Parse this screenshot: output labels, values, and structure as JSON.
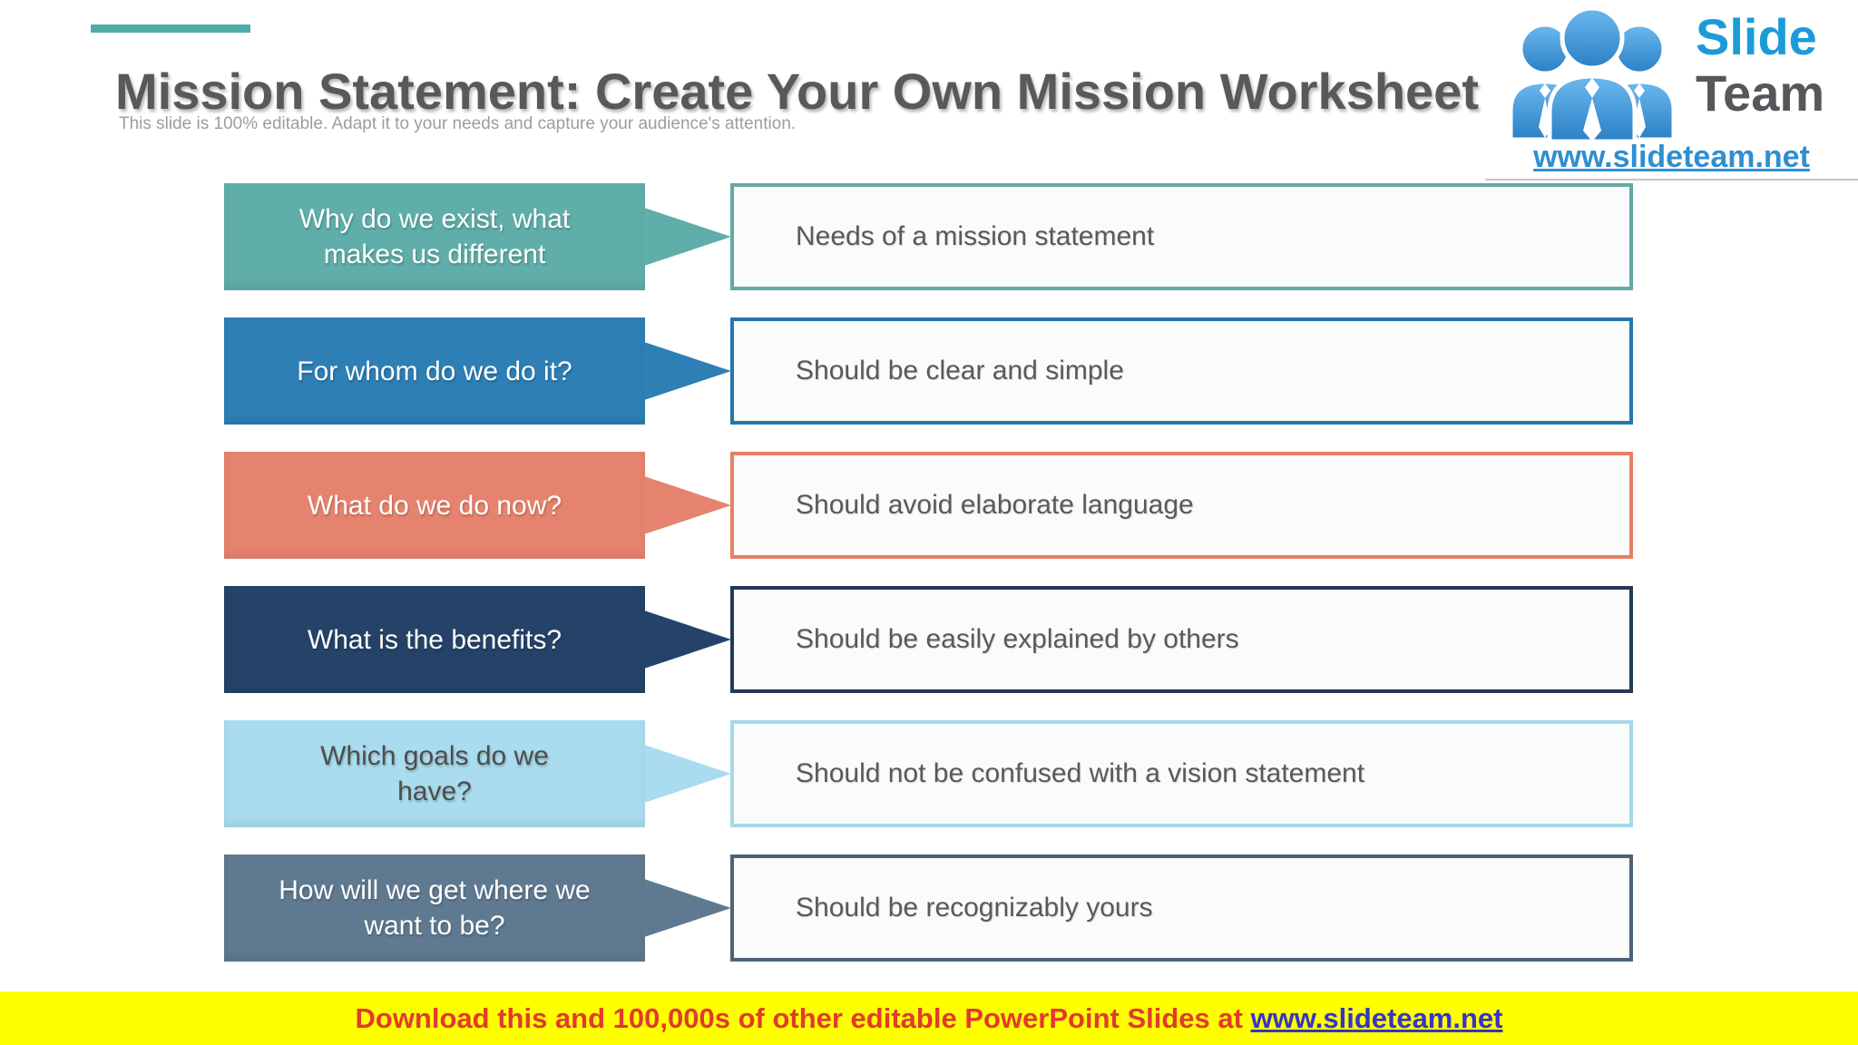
{
  "slide": {
    "title": "Mission Statement: Create Your Own Mission Worksheet",
    "subtitle": "This slide is 100% editable. Adapt it to your needs and capture your audience's attention.",
    "accent_color": "#4cada8"
  },
  "rows": [
    {
      "question": "Why do we exist, what\nmakes us different",
      "statement": "Needs of a mission statement",
      "fill_color": "#5faea9",
      "border_color": "#64a9a4",
      "question_text_color": "#ffffff"
    },
    {
      "question": "For whom do we do it?",
      "statement": "Should be clear and simple",
      "fill_color": "#2d7fb5",
      "border_color": "#2576ac",
      "question_text_color": "#ffffff"
    },
    {
      "question": "What do we do now?",
      "statement": "Should avoid elaborate language",
      "fill_color": "#e6836e",
      "border_color": "#e87f63",
      "question_text_color": "#ffffff"
    },
    {
      "question": "What is the benefits?",
      "statement": "Should be easily explained by others",
      "fill_color": "#254368",
      "border_color": "#24395a",
      "question_text_color": "#ffffff"
    },
    {
      "question": "Which goals do we\nhave?",
      "statement": "Should not be confused with a vision statement",
      "fill_color": "#a9dcee",
      "border_color": "#a5d8e8",
      "question_text_color": "#4d4d4d"
    },
    {
      "question": "How will we get where we\nwant to be?",
      "statement": "Should be recognizably yours",
      "fill_color": "#5f7a90",
      "border_color": "#4e6277",
      "question_text_color": "#ffffff"
    }
  ],
  "statement_text_color": "#595959",
  "logo": {
    "brand_line1": "Slide",
    "brand_line2": "Team",
    "url": "www.slideteam.net",
    "brand_line1_color": "#1b9cd8",
    "brand_line2_color": "#56575a",
    "url_color": "#2e8fd0",
    "people_icon": "people-icon"
  },
  "banner": {
    "text": "Download this and 100,000s of other editable PowerPoint Slides at ",
    "link_text": "www.slideteam.net",
    "bg_color": "#ffff00",
    "text_color": "#e23a2c",
    "link_color": "#3535c6"
  }
}
